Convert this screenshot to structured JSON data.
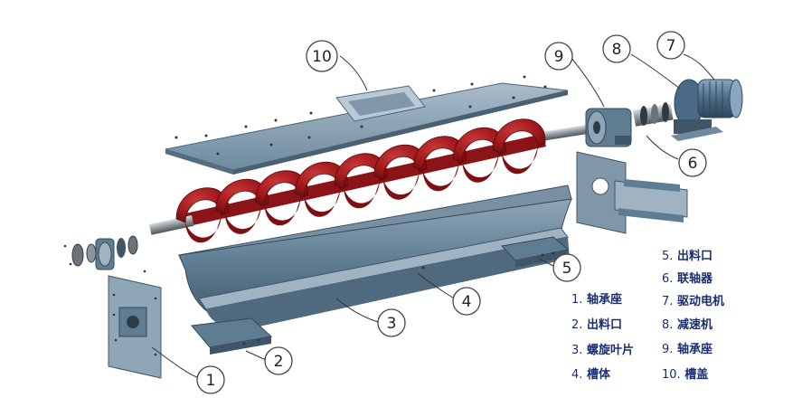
{
  "callouts": [
    {
      "id": "1",
      "label": "1"
    },
    {
      "id": "2",
      "label": "2"
    },
    {
      "id": "3",
      "label": "3"
    },
    {
      "id": "4",
      "label": "4"
    },
    {
      "id": "5",
      "label": "5"
    },
    {
      "id": "6",
      "label": "6"
    },
    {
      "id": "7",
      "label": "7"
    },
    {
      "id": "8",
      "label": "8"
    },
    {
      "id": "9",
      "label": "9"
    },
    {
      "id": "10",
      "label": "10"
    }
  ],
  "legend": {
    "left": [
      {
        "num": "1.",
        "text": "轴承座"
      },
      {
        "num": "2.",
        "text": "出料口"
      },
      {
        "num": "3.",
        "text": "螺旋叶片"
      },
      {
        "num": "4.",
        "text": "槽体"
      }
    ],
    "right": [
      {
        "num": "5.",
        "text": "出料口"
      },
      {
        "num": "6.",
        "text": "联轴器"
      },
      {
        "num": "7.",
        "text": "驱动电机"
      },
      {
        "num": "8.",
        "text": "减速机"
      },
      {
        "num": "9.",
        "text": "轴承座"
      },
      {
        "num": "10.",
        "text": "槽盖"
      }
    ]
  },
  "colors": {
    "steel": "#5f7d92",
    "steel_dark": "#3f5668",
    "steel_light": "#9fb3c2",
    "screw": "#a3191c",
    "screw_dark": "#6e0d10",
    "motor": "#4a6a86"
  }
}
